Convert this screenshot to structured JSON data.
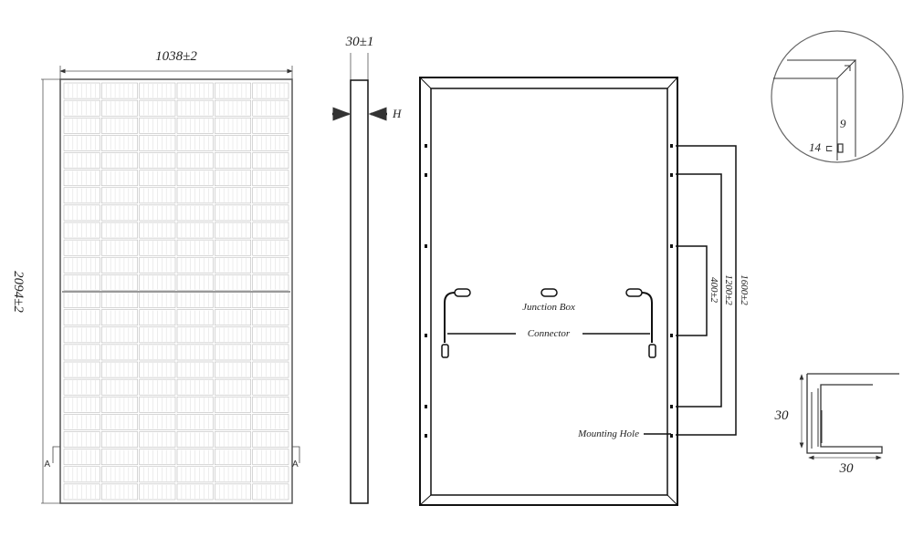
{
  "front_view": {
    "width_dim": "1038±2",
    "height_dim": "2094±2",
    "section_mark_left": "A",
    "section_mark_right": "A",
    "cell_columns": 6,
    "cell_rows": 24
  },
  "side_view": {
    "thickness_dim": "30±1",
    "section_label": "H"
  },
  "back_view": {
    "junction_box_label": "Junction Box",
    "connector_label": "Connector",
    "mounting_hole_label": "Mounting Hole",
    "dim_400": "400±2",
    "dim_1200": "1200±2",
    "dim_1600": "1600±2"
  },
  "corner_detail": {
    "dim_9": "9",
    "dim_14": "14"
  },
  "frame_profile": {
    "height_dim": "30",
    "width_dim": "30"
  },
  "colors": {
    "line": "#111111",
    "cell": "#bbbbbb"
  }
}
